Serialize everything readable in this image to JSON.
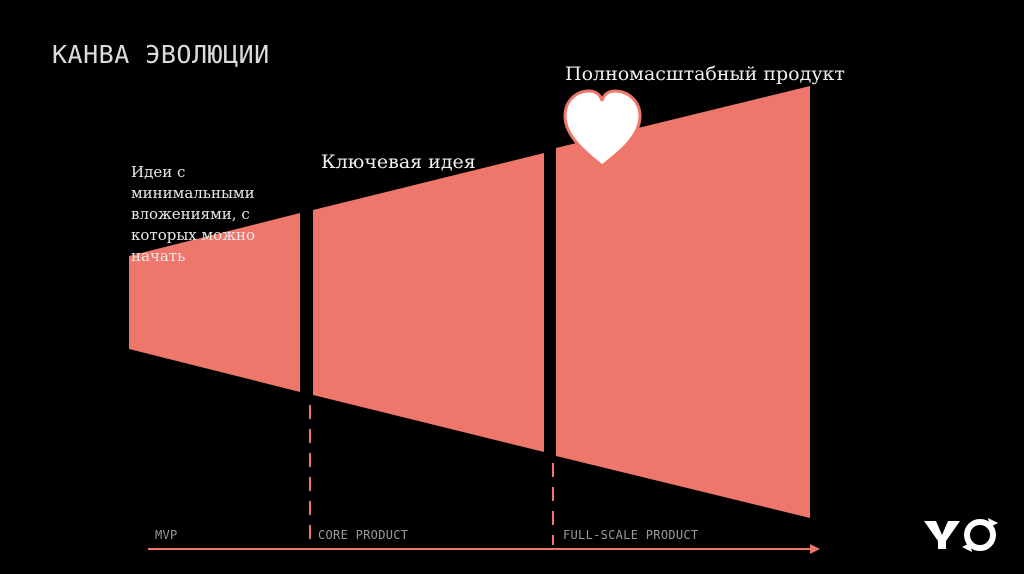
{
  "title": "КАНВА ЭВОЛЮЦИИ",
  "stages": [
    {
      "label": "Идеи с минимальными вложениями, с которых можно начать",
      "axis_label": "MVP"
    },
    {
      "label": "Ключевая идея",
      "axis_label": "CORE PRODUCT"
    },
    {
      "label": "Полномасштабный продукт",
      "axis_label": "FULL-SCALE PRODUCT"
    }
  ],
  "colors": {
    "shape": "#EE766A",
    "background": "#000000",
    "heart": "#FFFFFF",
    "axis": "#EE766A"
  },
  "icons": {
    "heart": "heart-icon",
    "logo": "logo-icon"
  }
}
